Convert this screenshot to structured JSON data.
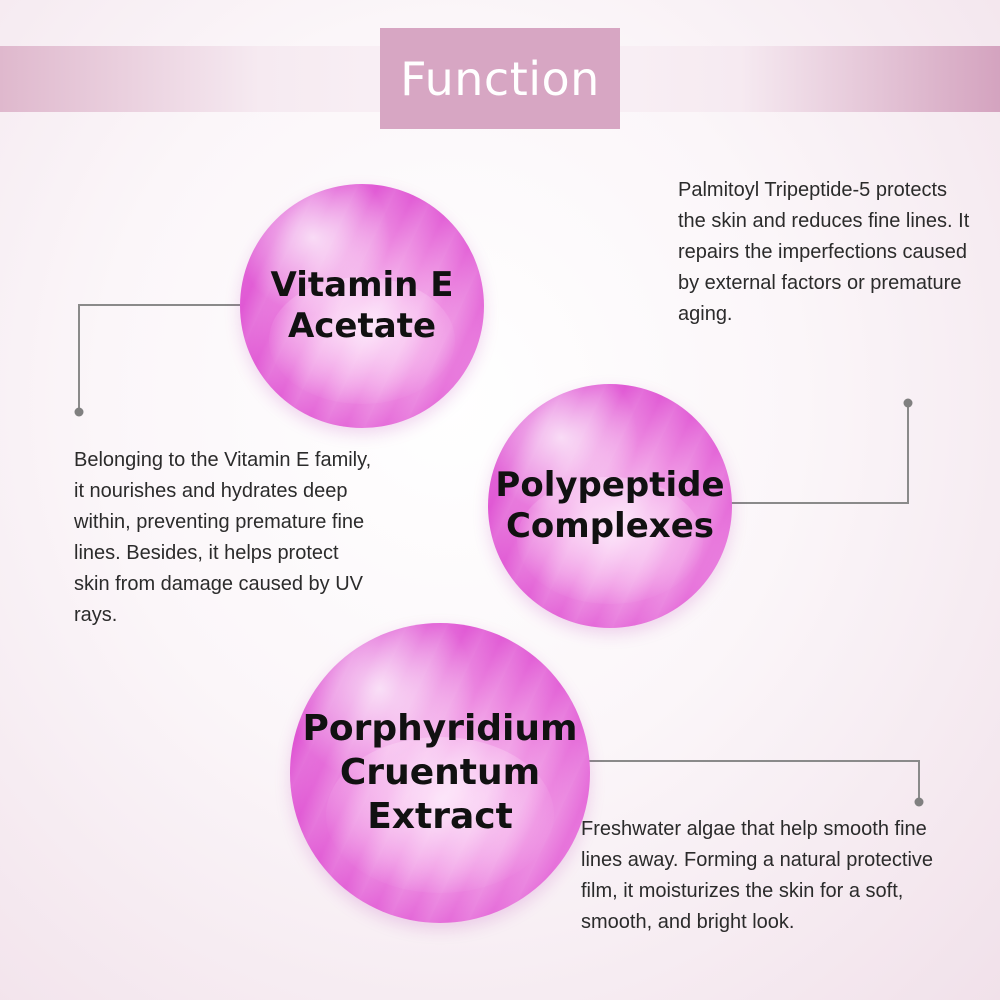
{
  "title": "Function",
  "ingredients": [
    {
      "name": "Vitamin E\nAcetate",
      "description": "Belonging to the Vitamin E family, it nourishes and hydrates deep within, preventing premature fine lines. Besides, it helps protect skin from damage caused by UV rays."
    },
    {
      "name": "Polypeptide\nComplexes",
      "description": "Palmitoyl Tripeptide-5 protects the skin and reduces fine lines. It repairs the imperfections caused by external factors or premature aging."
    },
    {
      "name": "Porphyridium\nCruentum\nExtract",
      "description": "Freshwater algae that help smooth fine lines away. Forming a natural protective film, it moisturizes the skin for a soft, smooth, and bright look."
    }
  ],
  "colors": {
    "title_box": "#d7a6c3",
    "bubble": "#e058d4",
    "connector": "#808080"
  }
}
